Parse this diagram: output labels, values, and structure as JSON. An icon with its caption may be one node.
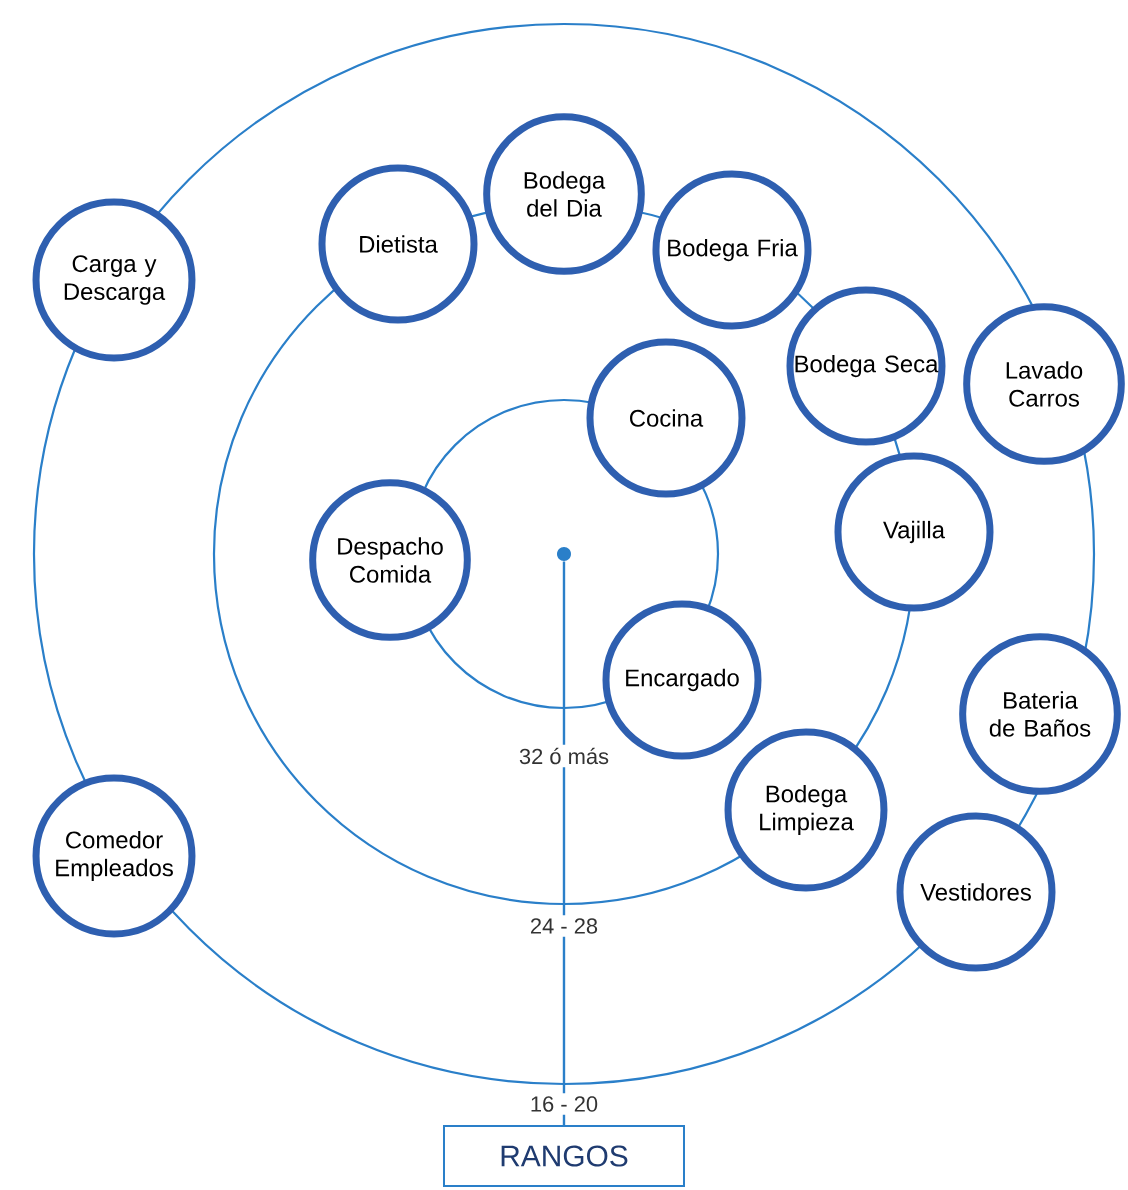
{
  "diagram": {
    "nodes": [
      {
        "text": [
          "Carga y Descarga"
        ]
      },
      {
        "text": [
          "Dietista"
        ]
      },
      {
        "text": [
          "Bodega del Dia"
        ]
      },
      {
        "text": [
          "Bodega Fria"
        ]
      },
      {
        "text": [
          "Bodega Seca"
        ]
      },
      {
        "text": [
          "Lavado Carros"
        ]
      },
      {
        "text": [
          "Cocina"
        ]
      },
      {
        "text": [
          "Despacho Comida"
        ]
      },
      {
        "text": [
          "Vajilla"
        ]
      },
      {
        "text": [
          "Encargado"
        ]
      },
      {
        "text": [
          "Bateria de Baños"
        ]
      },
      {
        "text": [
          "Comedor Empleados"
        ]
      },
      {
        "text": [
          "Bodega Limpieza"
        ]
      },
      {
        "text": [
          "Vestidores"
        ]
      },
      {
        "text": [],
        "shape": "circle"
      },
      {
        "text": [
          "RANGOS"
        ]
      }
    ],
    "edges": [
      {
        "from": 14,
        "to": 15,
        "arrow": "none"
      }
    ],
    "labels": [
      "32 ó más",
      "24 - 28",
      "16 - 20"
    ]
  }
}
